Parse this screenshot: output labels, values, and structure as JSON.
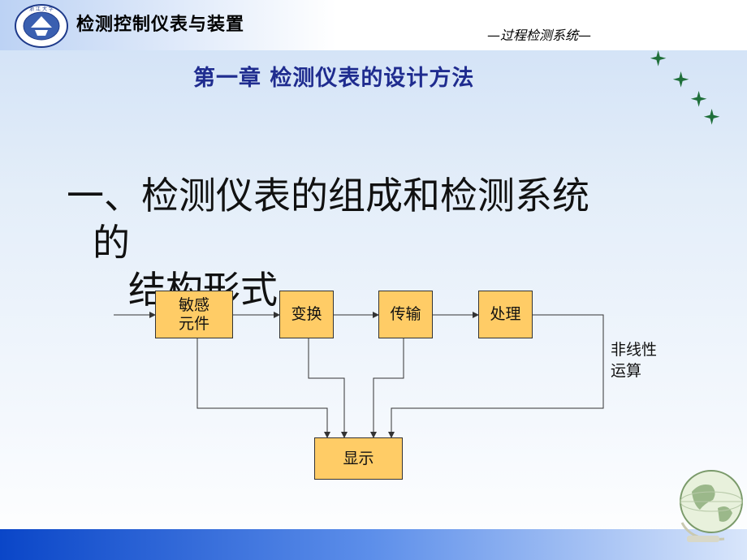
{
  "header": {
    "course_title": "检测控制仪表与装置",
    "subtitle": "—过程检测系统—"
  },
  "chapter_title": "第一章 检测仪表的设计方法",
  "heading": {
    "line1": "一、检测仪表的组成和检测系统",
    "line2": "的",
    "line3": "结构形式"
  },
  "diagram": {
    "nodes": {
      "sensor": "敏感\n元件",
      "convert": "变换",
      "transmit": "传输",
      "process": "处理",
      "display": "显示"
    },
    "side_label": "非线性\n运算"
  },
  "colors": {
    "box_fill": "#ffcc66",
    "chapter_title": "#1f2c8f",
    "footer": "#0a46c8"
  },
  "icons": [
    "university-logo-icon",
    "star-icon",
    "globe-icon"
  ]
}
